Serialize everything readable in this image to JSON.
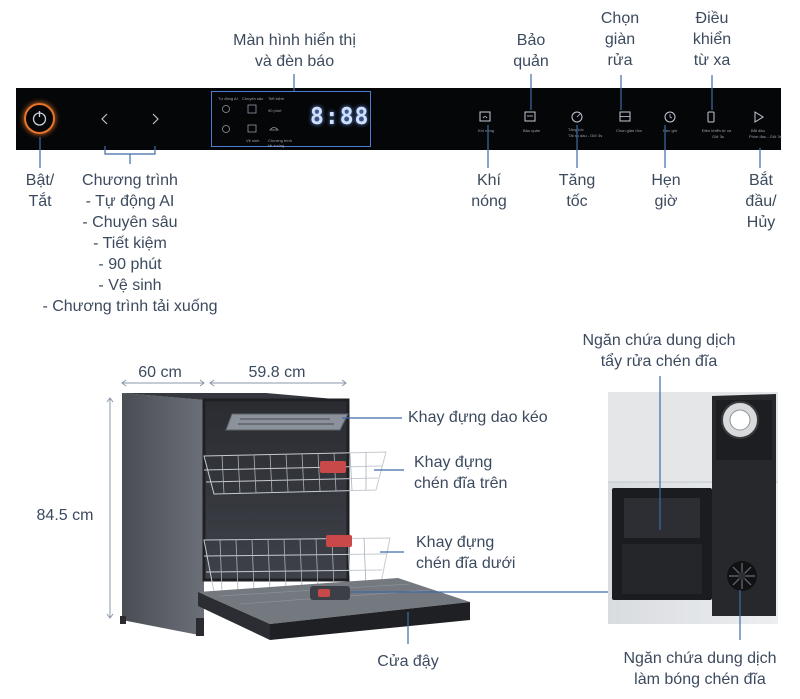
{
  "panel": {
    "display_digits": "8:88",
    "program_labels": [
      "Tự động AI",
      "Chuyên sâu",
      "Tiết kiệm",
      "90 phút",
      "Vệ sinh",
      "Chương trình tải xuống"
    ],
    "key_labels": {
      "hot_air": "Khí nóng",
      "storage": "Bảo quản",
      "speed": "Tăng tốc",
      "speed_sub": "Tải xu dau - Giữ 3s",
      "rack": "Chọn giàn rửa",
      "timer": "Hẹn giờ",
      "remote": "Điều khiển từ xa",
      "remote_sub": "Giữ 3s",
      "start": "Bắt đầu",
      "start_sub": "Phím đầu - Giữ 3s"
    }
  },
  "callouts": {
    "display": [
      "Màn hình hiển thị",
      "và đèn báo"
    ],
    "storage": [
      "Bảo",
      "quản"
    ],
    "rack_select": [
      "Chọn",
      "giàn",
      "rửa"
    ],
    "remote": [
      "Điều",
      "khiển",
      "từ xa"
    ],
    "power": [
      "Bật/",
      "Tắt"
    ],
    "programs": [
      "Chương trình",
      "- Tự động AI",
      "- Chuyên sâu",
      "- Tiết kiệm",
      "- 90 phút",
      "- Vệ sinh",
      "- Chương trình tải xuống"
    ],
    "hot_air": [
      "Khí",
      "nóng"
    ],
    "speed": [
      "Tăng",
      "tốc"
    ],
    "timer": [
      "Hẹn",
      "giờ"
    ],
    "start": [
      "Bắt",
      "đầu/",
      "Hủy"
    ]
  },
  "dimensions": {
    "depth": "60 cm",
    "width": "59.8 cm",
    "height": "84.5 cm"
  },
  "parts": {
    "cutlery_tray": "Khay đựng dao kéo",
    "upper_rack": [
      "Khay đựng",
      "chén đĩa trên"
    ],
    "lower_rack": [
      "Khay đựng",
      "chén đĩa dưới"
    ],
    "door": "Cửa đậy",
    "detergent": [
      "Ngăn chứa dung dịch",
      "tẩy rửa chén đĩa"
    ],
    "rinse_aid": [
      "Ngăn chứa dung dịch",
      "làm bóng chén đĩa"
    ]
  },
  "colors": {
    "panel": "#050608",
    "display_blue": "#4f7bd6",
    "power_ring": "#e8742a",
    "label_text": "#3c4a5e",
    "leader_line": "#3f6aa8"
  }
}
